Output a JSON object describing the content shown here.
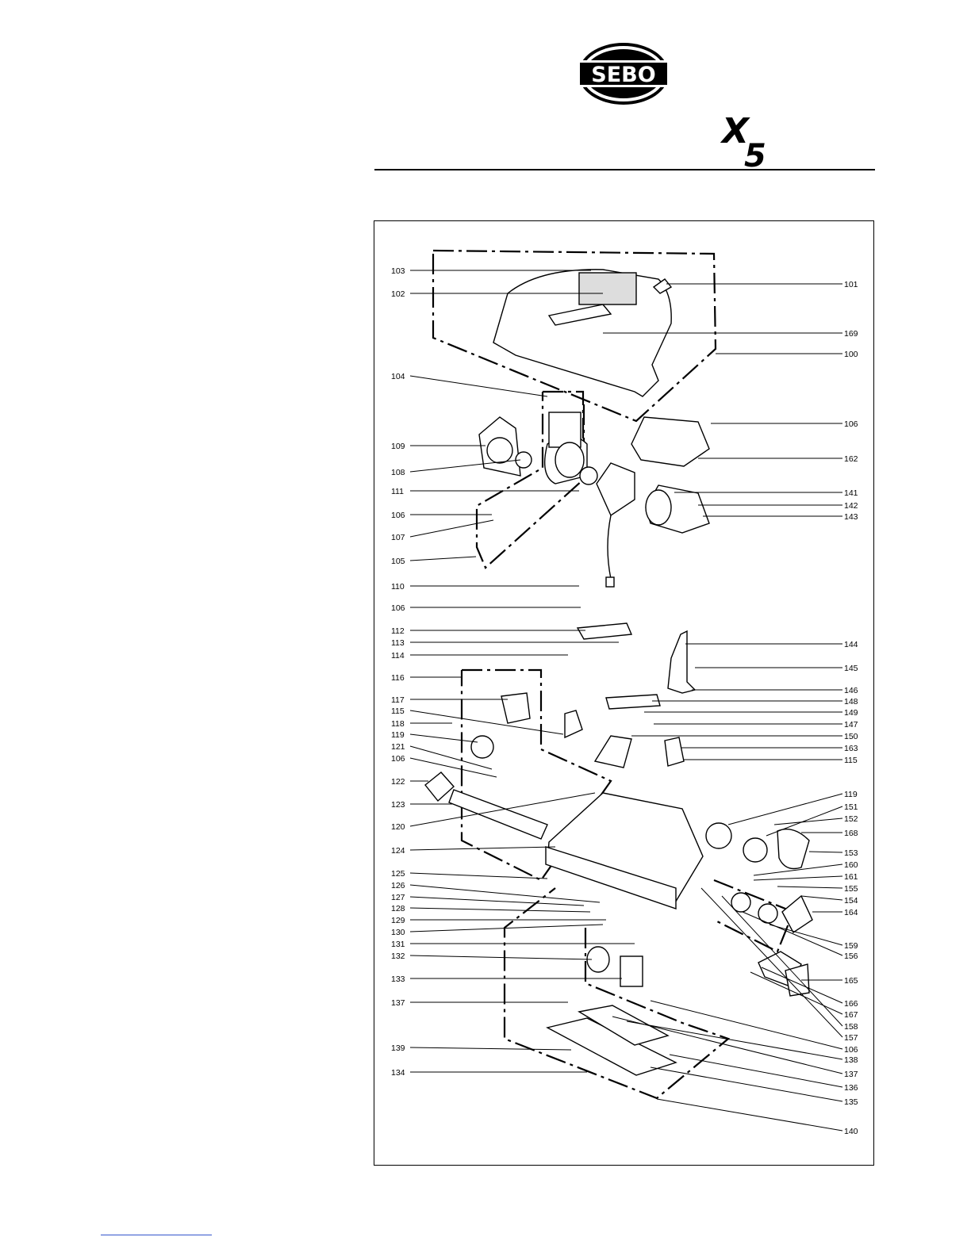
{
  "brand": {
    "logo_text": "SEBO",
    "model_x": "X",
    "model_n": "5"
  },
  "diagram": {
    "left_labels": [
      "103",
      "102",
      "104",
      "109",
      "108",
      "111",
      "106",
      "107",
      "105",
      "110",
      "106",
      "112",
      "113",
      "114",
      "116",
      "117",
      "115",
      "118",
      "119",
      "121",
      "106",
      "122",
      "123",
      "120",
      "124",
      "125",
      "126",
      "127",
      "128",
      "129",
      "130",
      "131",
      "132",
      "133",
      "137",
      "139",
      "134"
    ],
    "right_labels": [
      "101",
      "169",
      "100",
      "106",
      "162",
      "141",
      "142",
      "143",
      "144",
      "145",
      "146",
      "148",
      "149",
      "147",
      "150",
      "163",
      "115",
      "119",
      "151",
      "152",
      "168",
      "153",
      "160",
      "161",
      "155",
      "154",
      "164",
      "159",
      "156",
      "165",
      "166",
      "167",
      "158",
      "157",
      "106",
      "138",
      "137",
      "136",
      "135",
      "140"
    ]
  }
}
